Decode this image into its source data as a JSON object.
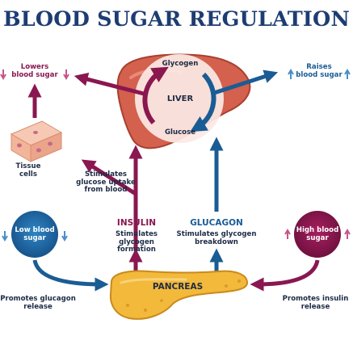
{
  "title": "BLOOD SUGAR REGULATION",
  "liver": {
    "label": "LIVER",
    "glycogen": "Glycogen",
    "glucose": "Glucose"
  },
  "lowers": "Lowers\nblood sugar",
  "raises": "Raises\nblood sugar",
  "tissue": "Tissue\ncells",
  "stimulates_uptake": "Stimulates\nglucose uptake\nfrom blood",
  "insulin": {
    "title": "INSULIN",
    "desc": "Stimulates\nglycogen formation"
  },
  "glucagon": {
    "title": "GLUCAGON",
    "desc": "Stimulates glycogen\nbreakdown"
  },
  "low_blood_sugar": "Low blood\nsugar",
  "high_blood_sugar": "High blood\nsugar",
  "pancreas": "PANCREAS",
  "promotes_glucagon": "Promotes glucagon\nrelease",
  "promotes_insulin": "Promotes insulin\nrelease",
  "colors": {
    "title": "#1d3d72",
    "insulin": "#8a1750",
    "glucagon": "#1a5c94",
    "liver": "#d4604e",
    "pancreas": "#f2b93b",
    "tissue": "#f2b59a"
  }
}
